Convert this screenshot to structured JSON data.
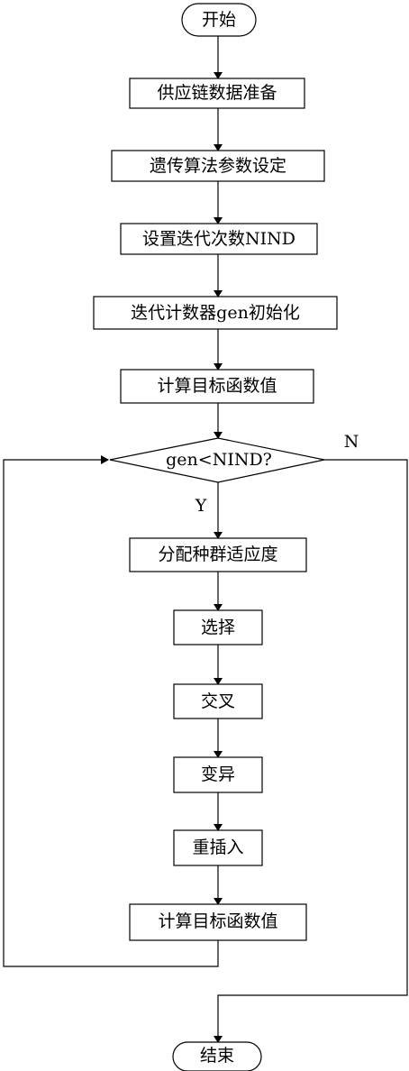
{
  "flowchart": {
    "start": "开始",
    "step1": "供应链数据准备",
    "step2": "遗传算法参数设定",
    "step3": "设置迭代次数NIND",
    "step4": "迭代计数器gen初始化",
    "step5": "计算目标函数值",
    "decision": "gen<NIND?",
    "yes_label": "Y",
    "no_label": "N",
    "step6": "分配种群适应度",
    "step7": "选择",
    "step8": "交叉",
    "step9": "变异",
    "step10": "重插入",
    "step11": "计算目标函数值",
    "end": "结束"
  }
}
